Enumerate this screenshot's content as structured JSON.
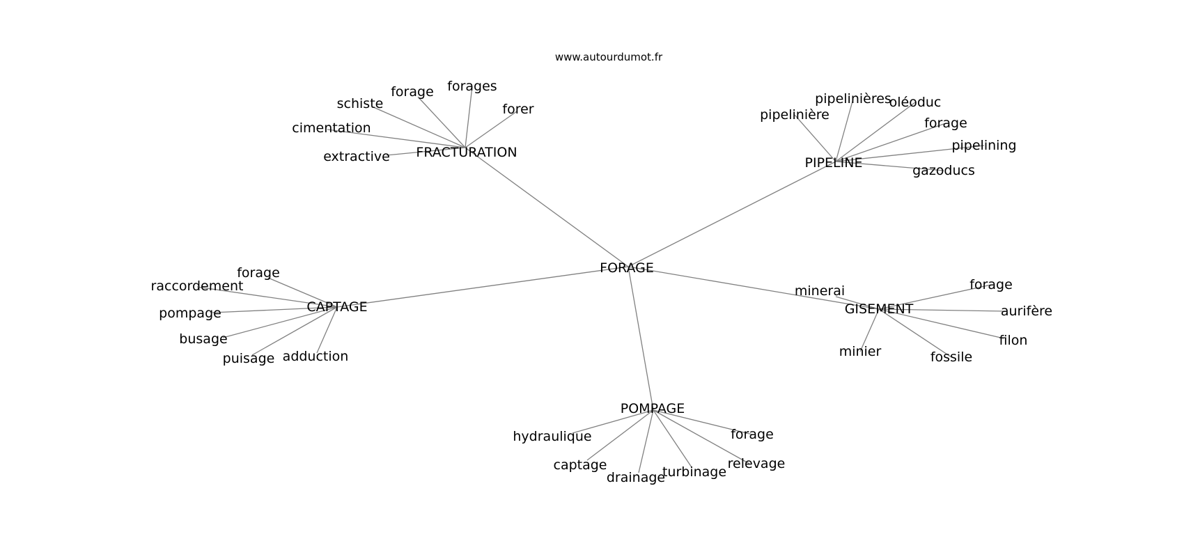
{
  "source": "www.autourdumot.fr",
  "center": "FORAGE",
  "groups": [
    {
      "word": "FRACTURATION",
      "neighbors": [
        "forages",
        "forage",
        "schiste",
        "forer",
        "cimentation",
        "extractive"
      ]
    },
    {
      "word": "PIPELINE",
      "neighbors": [
        "pipelinières",
        "oléoduc",
        "pipelinière",
        "forage",
        "pipelining",
        "gazoducs"
      ]
    },
    {
      "word": "CAPTAGE",
      "neighbors": [
        "forage",
        "raccordement",
        "pompage",
        "busage",
        "puisage",
        "adduction"
      ]
    },
    {
      "word": "GISEMENT",
      "neighbors": [
        "minerai",
        "forage",
        "aurifère",
        "filon",
        "minier",
        "fossile"
      ]
    },
    {
      "word": "POMPAGE",
      "neighbors": [
        "hydraulique",
        "forage",
        "captage",
        "drainage",
        "turbinage",
        "relevage"
      ]
    }
  ]
}
